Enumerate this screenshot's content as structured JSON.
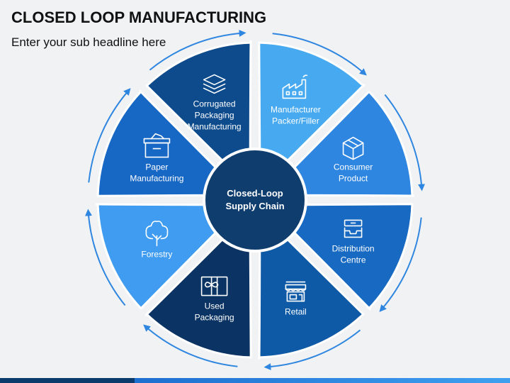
{
  "header": {
    "title": "CLOSED LOOP MANUFACTURING",
    "subtitle": "Enter your sub headline here"
  },
  "diagram": {
    "center": {
      "lines": [
        "Closed-Loop",
        "Supply Chain"
      ],
      "color": "#0e3d6e"
    },
    "segments": [
      {
        "name": "corrugated-packaging-manufacturing",
        "lines": [
          "Corrugated",
          "Packaging",
          "Manufacturing"
        ],
        "color": "#0d4b8c",
        "icon": "layers-icon"
      },
      {
        "name": "manufacturer-packer-filler",
        "lines": [
          "Manufacturer",
          "Packer/Filler"
        ],
        "color": "#47aaf0",
        "icon": "factory-icon"
      },
      {
        "name": "consumer-product",
        "lines": [
          "Consumer",
          "Product"
        ],
        "color": "#2e86e0",
        "icon": "box-icon"
      },
      {
        "name": "distribution-centre",
        "lines": [
          "Distribution",
          "Centre"
        ],
        "color": "#1769c2",
        "icon": "tray-icon"
      },
      {
        "name": "retail",
        "lines": [
          "Retail"
        ],
        "color": "#0f5aa6",
        "icon": "store-icon"
      },
      {
        "name": "used-packaging",
        "lines": [
          "Used",
          "Packaging"
        ],
        "color": "#0b3363",
        "icon": "package-icon"
      },
      {
        "name": "forestry",
        "lines": [
          "Forestry"
        ],
        "color": "#3f9cf0",
        "icon": "tree-icon"
      },
      {
        "name": "paper-manufacturing",
        "lines": [
          "Paper",
          "Manufacturing"
        ],
        "color": "#1767c4",
        "icon": "paper-box-icon"
      }
    ]
  }
}
